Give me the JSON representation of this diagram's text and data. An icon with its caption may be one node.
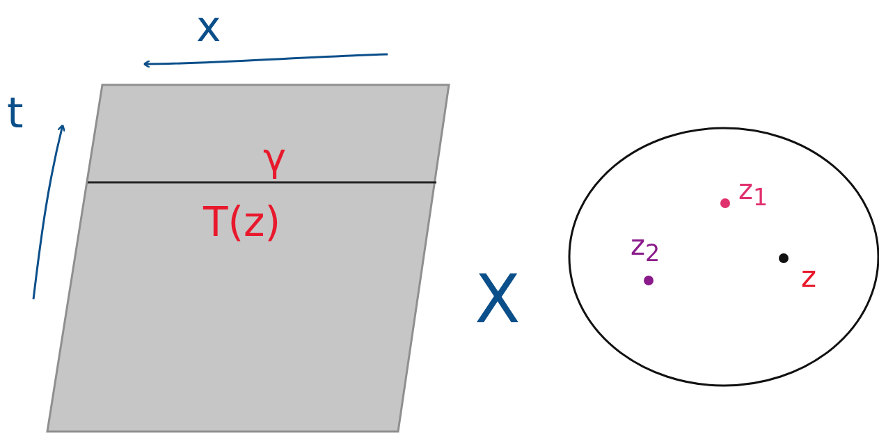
{
  "diagram": {
    "nodes": [
      {
        "text": [
          "γ",
          "T(z)"
        ]
      },
      {
        "text": [
          "z$_{1}$",
          "z$_{2}$",
          "z"
        ],
        "beside": [
          "X"
        ]
      }
    ],
    "labels": [
      "x",
      "t"
    ]
  }
}
